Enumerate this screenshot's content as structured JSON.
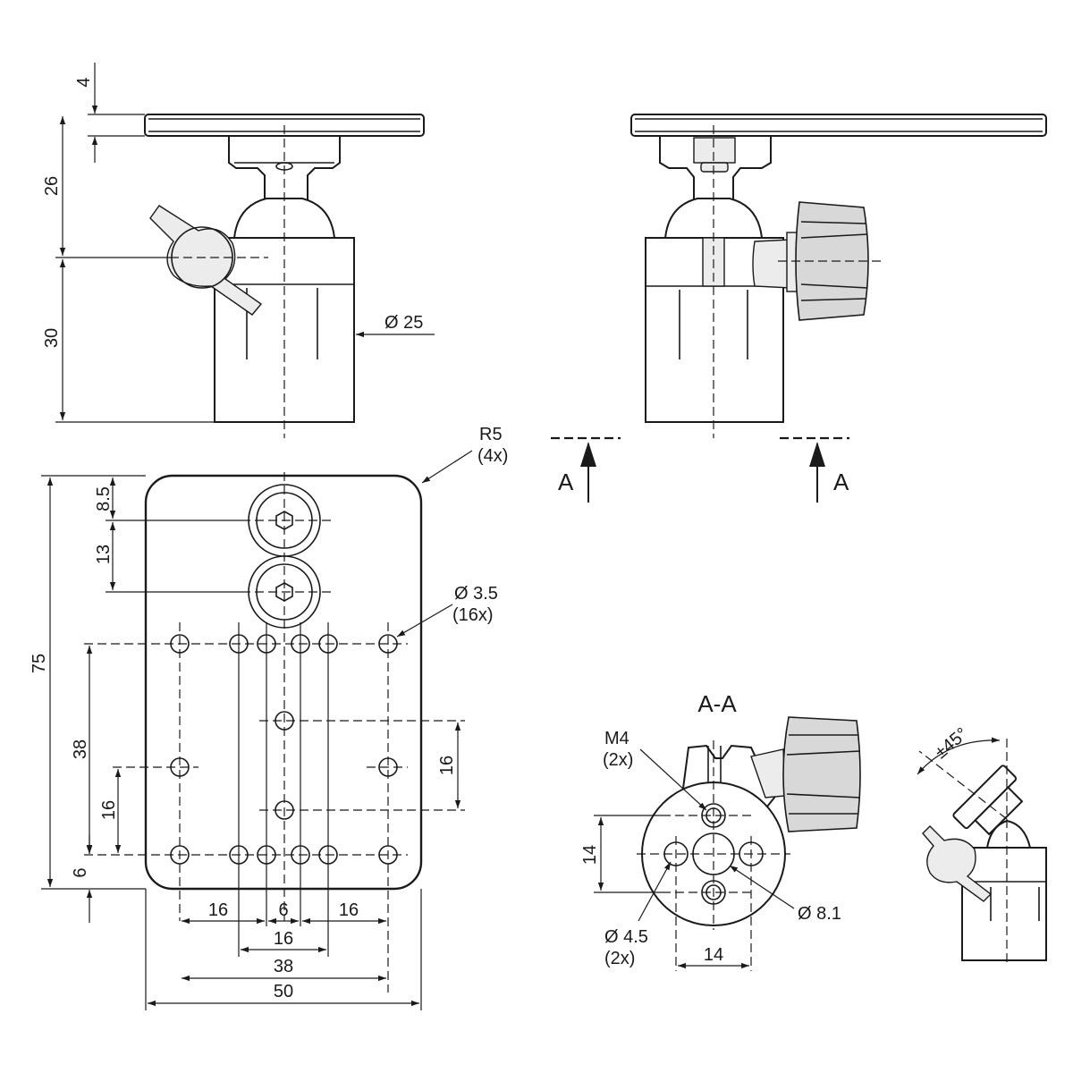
{
  "front_view": {
    "dim_plate_thickness": "4",
    "dim_ball_height": "26",
    "dim_clamp_height": "30",
    "dim_diameter": "Ø 25"
  },
  "section_marker": {
    "letter_left": "A",
    "letter_right": "A"
  },
  "top_view": {
    "corner_radius": "R5",
    "corner_radius_qty": "(4x)",
    "hole_diameter": "Ø 3.5",
    "hole_qty": "(16x)",
    "dim_overall_height": "75",
    "dim_top_offset": "8.5",
    "dim_screw_spacing": "13",
    "dim_row_spacing": "38",
    "dim_mid_offset": "16",
    "dim_bottom_margin": "6",
    "dim_center_hole_spacing": "16",
    "dim_bottom_left": "16",
    "dim_bottom_center": "6",
    "dim_bottom_right": "16",
    "dim_inner": "16",
    "dim_hole_span": "38",
    "dim_overall_width": "50"
  },
  "section_view": {
    "title": "A-A",
    "thread_label": "M4",
    "thread_qty": "(2x)",
    "dim_vertical": "14",
    "hole_diameter": "Ø 4.5",
    "hole_qty": "(2x)",
    "dim_horizontal": "14",
    "bore_diameter": "Ø 8.1"
  },
  "tilt_view": {
    "angle": "±45°"
  }
}
